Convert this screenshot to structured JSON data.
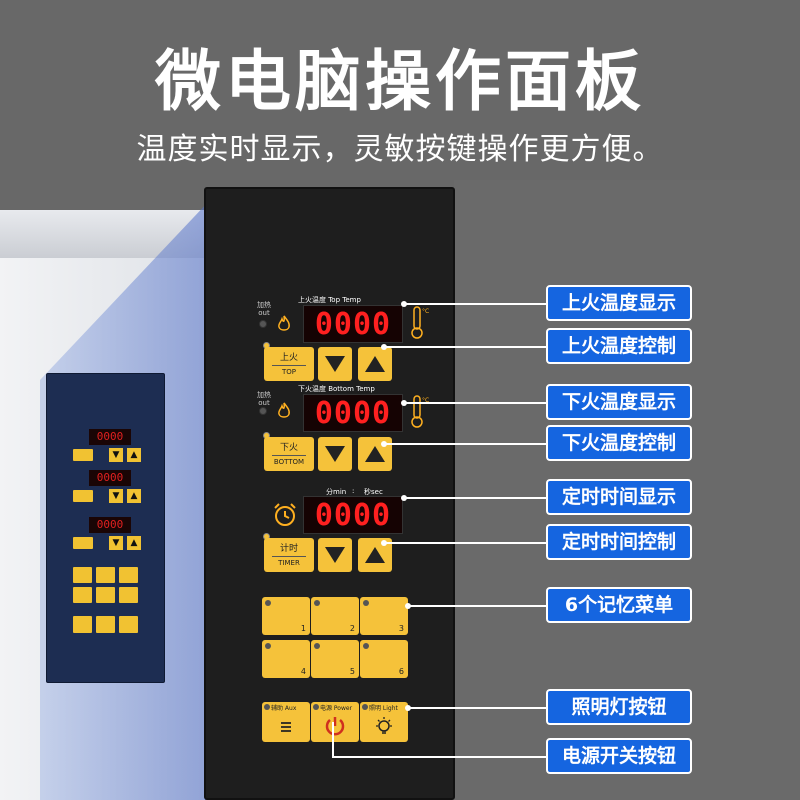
{
  "header": {
    "title": "微电脑操作面板",
    "subtitle": "温度实时显示，灵敏按键操作更方便。"
  },
  "panel": {
    "top_section": {
      "label": "上火温度  Top Temp",
      "out_label": "加热\nout",
      "display_value": "0000",
      "button_cn": "上火",
      "button_en": "TOP"
    },
    "bottom_section": {
      "label": "下火温度  Bottom Temp",
      "out_label": "加热\nout",
      "display_value": "0000",
      "button_cn": "下火",
      "button_en": "BOTTOM"
    },
    "timer_section": {
      "label_min": "分min",
      "label_sep": ":",
      "label_sec": "秒sec",
      "display_value": "0000",
      "button_cn": "计时",
      "button_en": "TIMER"
    },
    "memory_buttons": [
      "1",
      "2",
      "3",
      "4",
      "5",
      "6"
    ],
    "aux_label": "辅助 Aux",
    "power_label": "电源 Power",
    "light_label": "照明 Light"
  },
  "mini_panel": {
    "display_values": [
      "0000",
      "0000",
      "0000"
    ]
  },
  "callouts": [
    "上火温度显示",
    "上火温度控制",
    "下火温度显示",
    "下火温度控制",
    "定时时间显示",
    "定时时间控制",
    "6个记忆菜单",
    "照明灯按钮",
    "电源开关按钮"
  ],
  "colors": {
    "accent_blue": "#1565e0",
    "button_yellow": "#f5c23a",
    "display_red": "#ff2020",
    "panel_black": "#1e1e1e"
  }
}
